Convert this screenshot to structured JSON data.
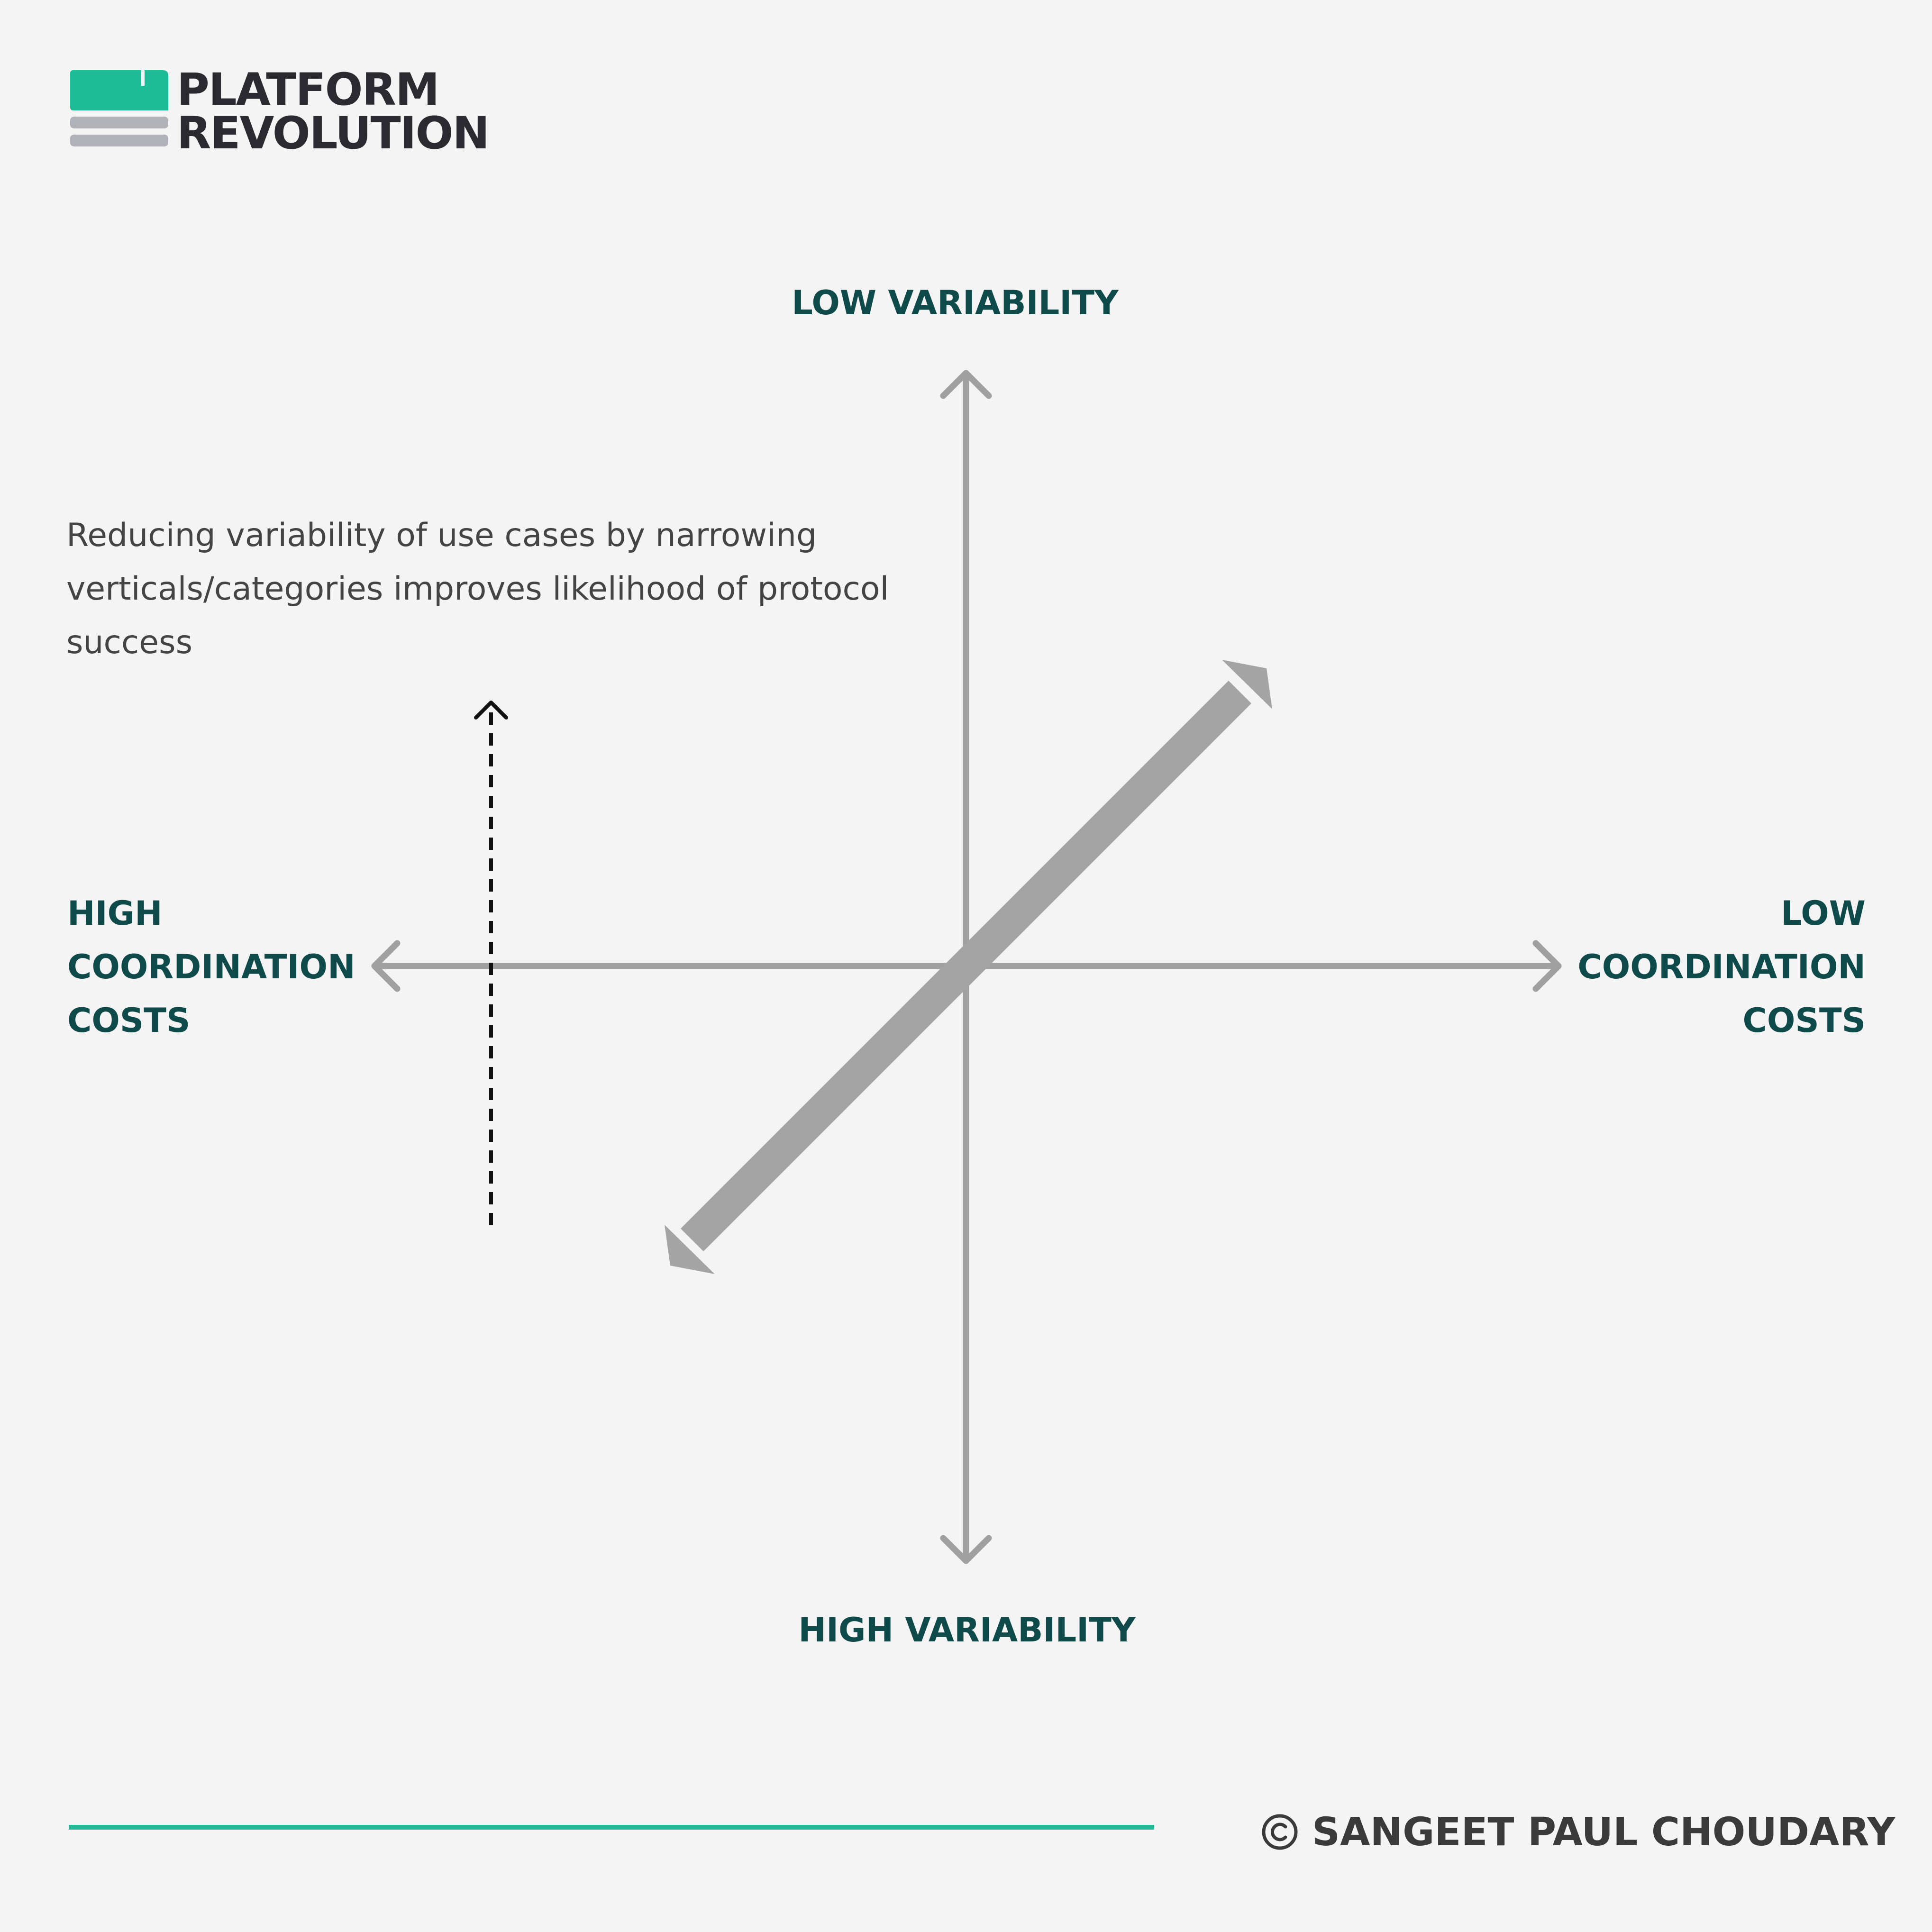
{
  "logo": {
    "line1": "PLATFORM",
    "line2": "REVOLUTION"
  },
  "axes": {
    "top": "LOW VARIABILITY",
    "bottom": "HIGH VARIABILITY",
    "left": [
      "HIGH",
      "COORDINATION",
      "COSTS"
    ],
    "right": [
      "LOW",
      "COORDINATION",
      "COSTS"
    ]
  },
  "annotation": "Reducing variability of use cases by narrowing verticals/categories improves likelihood of protocol success",
  "footer": {
    "copyright": "SANGEET PAUL CHOUDARY"
  },
  "colors": {
    "brand_green": "#1dbb96",
    "logo_gray": "#b1b1b8",
    "logo_text": "#2a2a30",
    "axis_gray": "#a0a0a0",
    "label_teal": "#0e4a4a",
    "background": "#f4f4f4"
  }
}
